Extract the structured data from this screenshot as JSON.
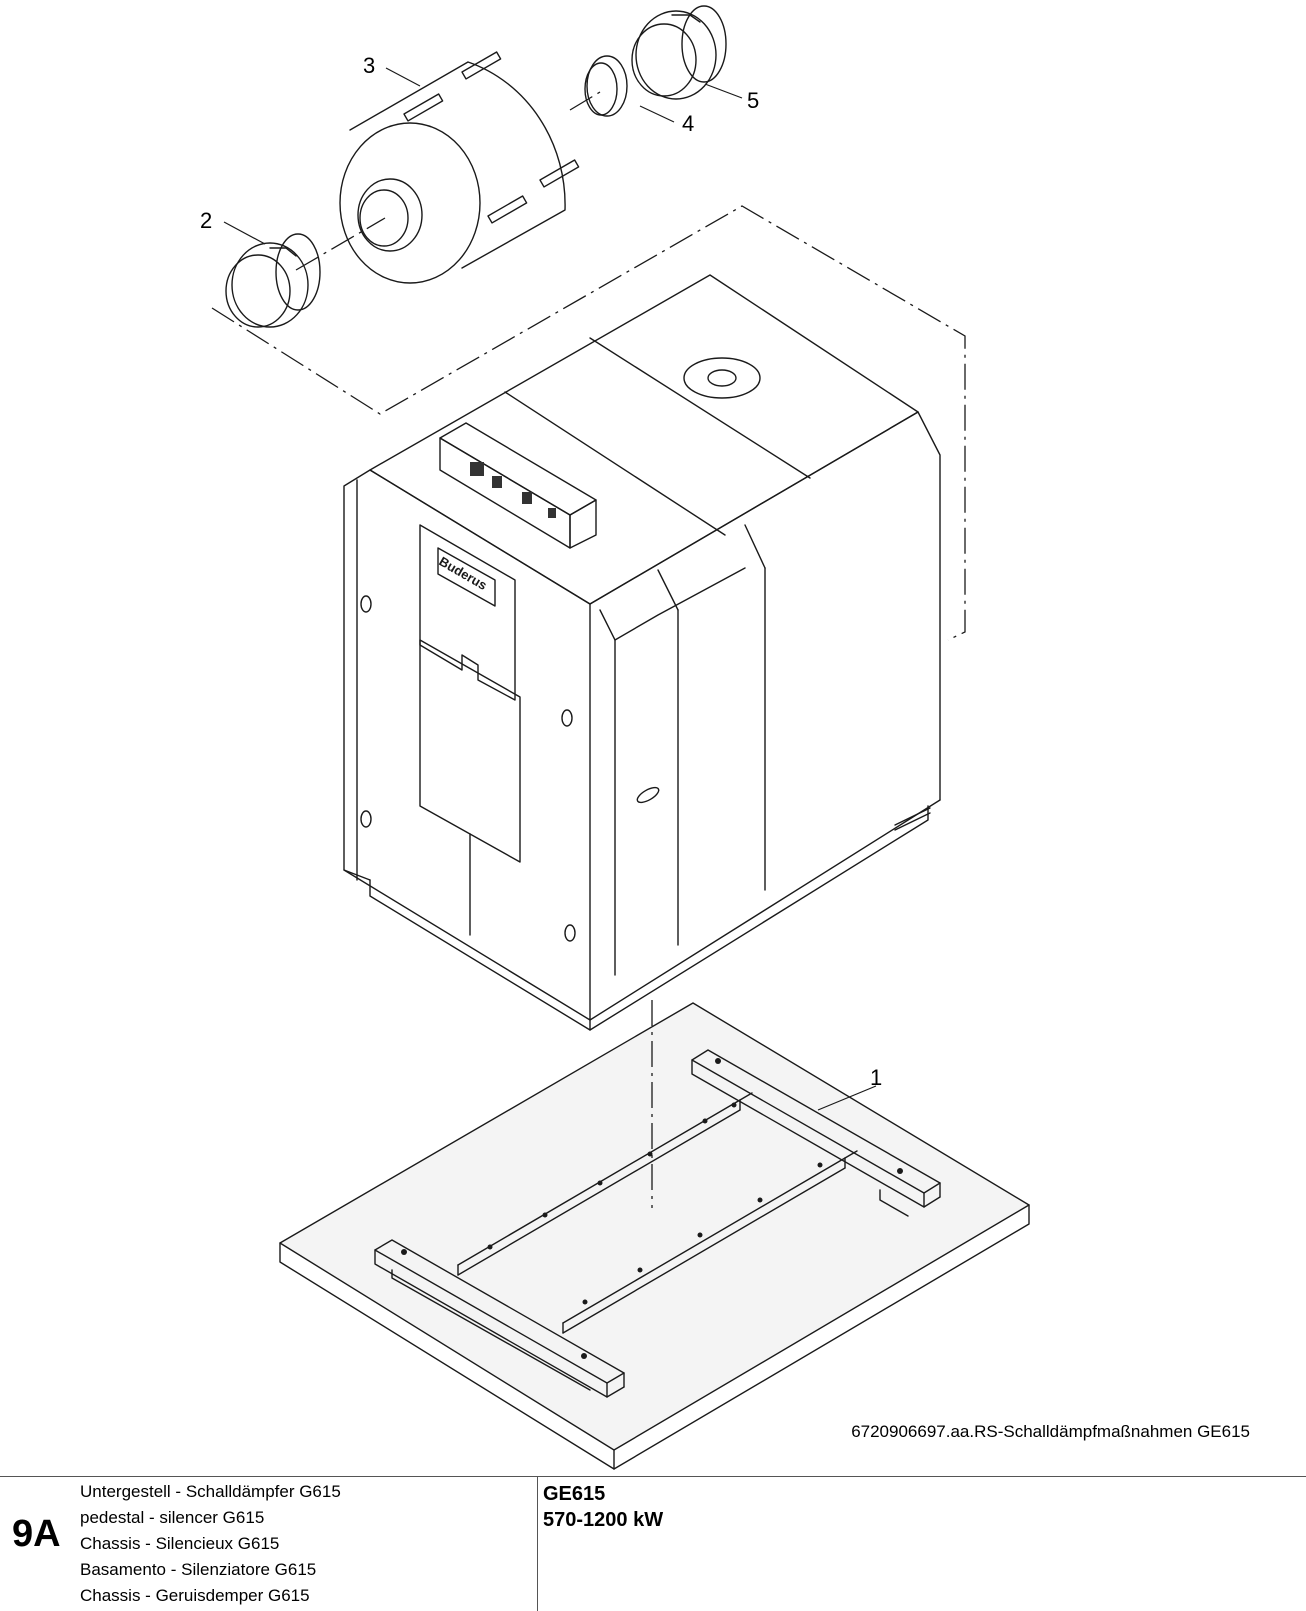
{
  "diagram": {
    "callouts": [
      {
        "id": "callout-1",
        "label": "1"
      },
      {
        "id": "callout-2",
        "label": "2"
      },
      {
        "id": "callout-3",
        "label": "3"
      },
      {
        "id": "callout-4",
        "label": "4"
      },
      {
        "id": "callout-5",
        "label": "5"
      }
    ],
    "brand_logo_text": "Buderus",
    "drawing_reference": "6720906697.aa.RS-Schalldämpfmaßnahmen GE615"
  },
  "footer": {
    "page_code": "9A",
    "descriptions": [
      "Untergestell - Schalldämpfer G615",
      "pedestal - silencer G615",
      "Chassis - Silencieux G615",
      "Basamento - Silenziatore G615",
      "Chassis - Geruisdemper G615"
    ],
    "model": "GE615",
    "power_range": "570-1200 kW"
  }
}
